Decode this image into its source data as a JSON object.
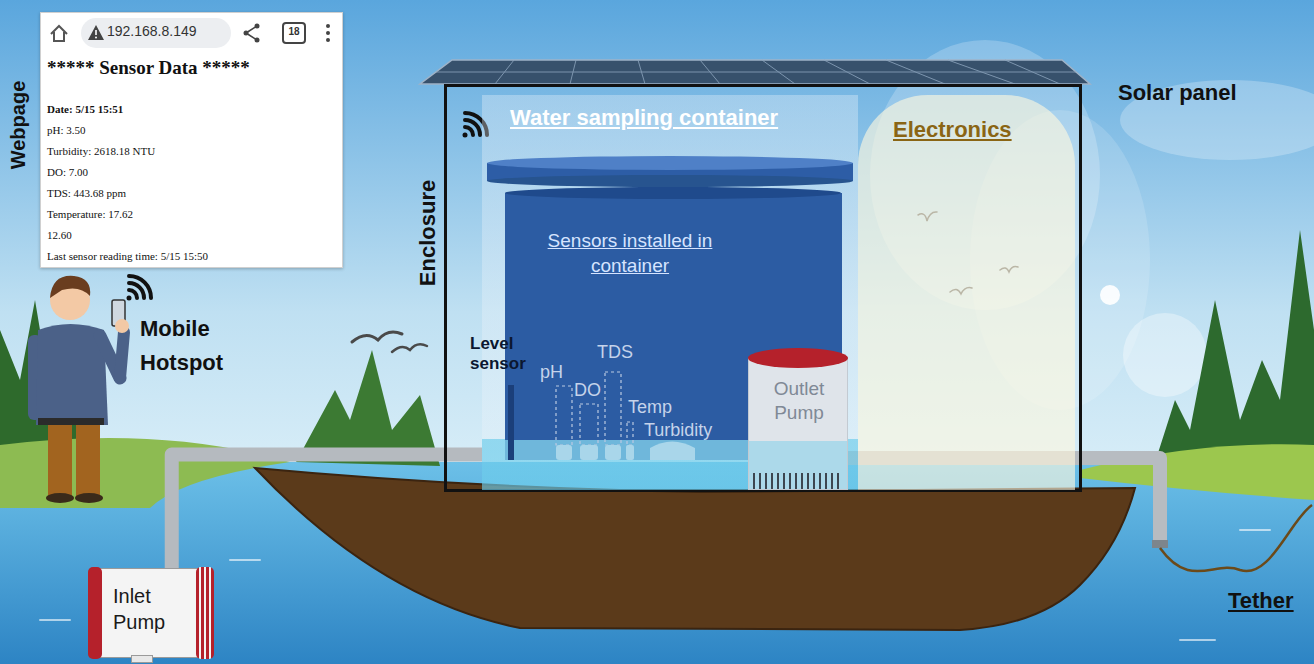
{
  "diagram": {
    "nodes": [
      {
        "text": [
          "192.168.8.149",
          "18",
          "***** Sensor Data *****",
          "Date: 5/15 15:51",
          "pH: 3.50",
          "Turbidity: 2618.18 NTU",
          "DO: 7.00",
          "TDS: 443.68 ppm",
          "Temperature: 17.62",
          "12.60",
          "Last sensor reading time: 5/15 15:50"
        ]
      },
      {
        "text": [
          "Enclosure"
        ]
      },
      {
        "text": [
          "Water sampling container"
        ],
        "in": 1
      },
      {
        "text": [
          "Sensors installed in container"
        ],
        "in": 2
      },
      {
        "text": [
          "Outlet Pump"
        ],
        "in": 2
      },
      {
        "text": [
          "Electronics"
        ],
        "in": 1
      },
      {
        "text": [
          "Inlet Pump"
        ]
      }
    ],
    "edges": [
      {
        "from": 6,
        "to": 2,
        "arrow": "none"
      }
    ],
    "labels": [
      "Webpage",
      "Mobile Hotspot",
      "Solar panel",
      "Level sensor",
      "pH",
      "DO",
      "TDS",
      "Temp",
      "Turbidity",
      "Tether"
    ]
  }
}
